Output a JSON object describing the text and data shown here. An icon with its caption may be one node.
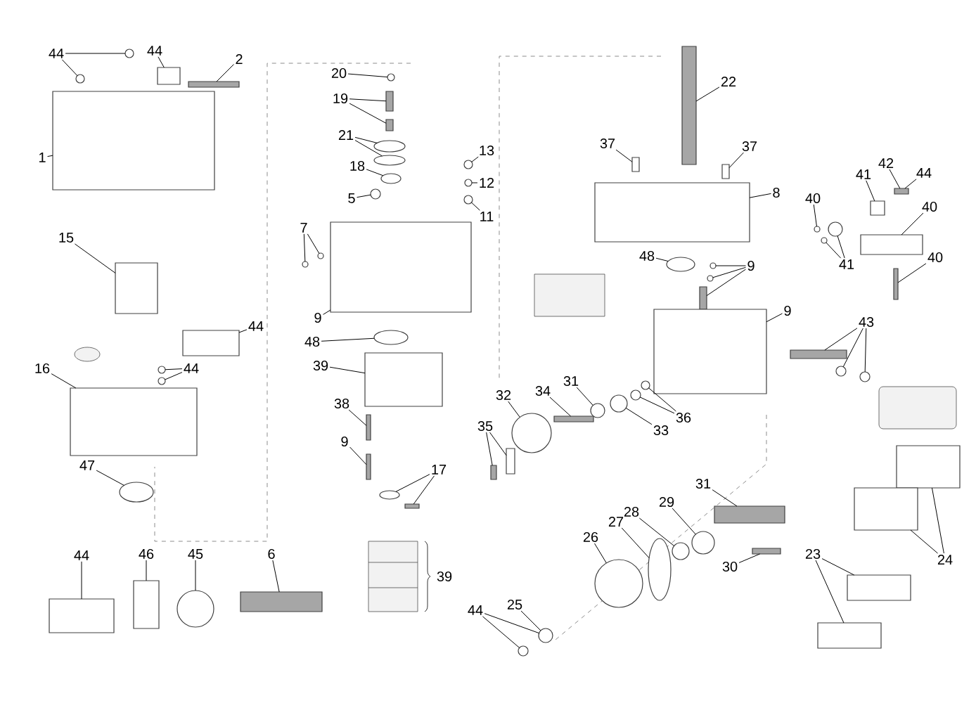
{
  "diagram": {
    "nodes": [
      {
        "text": [
          "44"
        ]
      },
      {
        "text": [],
        "shape": "circle"
      },
      {
        "text": [],
        "shape": "circle"
      },
      {
        "text": [
          "44"
        ]
      },
      {
        "text": [],
        "shape": "box"
      },
      {
        "text": [
          "2"
        ]
      },
      {
        "text": [],
        "shape": "bar"
      },
      {
        "text": [
          "1"
        ]
      },
      {
        "text": [],
        "shape": "box"
      },
      {
        "text": [
          "15"
        ]
      },
      {
        "text": [],
        "shape": "box"
      },
      {
        "text": [
          "44"
        ]
      },
      {
        "text": [],
        "shape": "box"
      },
      {
        "text": [
          "44"
        ]
      },
      {
        "text": [],
        "shape": "circle"
      },
      {
        "text": [],
        "shape": "circle"
      },
      {
        "text": [
          "16"
        ]
      },
      {
        "text": [],
        "shape": "box"
      },
      {
        "text": [
          "47"
        ]
      },
      {
        "text": [],
        "shape": "circle"
      },
      {
        "text": [
          "44"
        ]
      },
      {
        "text": [],
        "shape": "box"
      },
      {
        "text": [
          "46"
        ]
      },
      {
        "text": [],
        "shape": "box"
      },
      {
        "text": [
          "45"
        ]
      },
      {
        "text": [],
        "shape": "circle"
      },
      {
        "text": [
          "6"
        ]
      },
      {
        "text": [],
        "shape": "bar"
      },
      {
        "text": [
          "20"
        ]
      },
      {
        "text": [],
        "shape": "circle"
      },
      {
        "text": [
          "19"
        ]
      },
      {
        "text": [],
        "shape": "bar"
      },
      {
        "text": [],
        "shape": "bar"
      },
      {
        "text": [
          "21"
        ]
      },
      {
        "text": [],
        "shape": "circle"
      },
      {
        "text": [],
        "shape": "circle"
      },
      {
        "text": [
          "18"
        ]
      },
      {
        "text": [],
        "shape": "circle"
      },
      {
        "text": [
          "5"
        ]
      },
      {
        "text": [],
        "shape": "circle"
      },
      {
        "text": [
          "13"
        ]
      },
      {
        "text": [],
        "shape": "circle"
      },
      {
        "text": [
          "12"
        ]
      },
      {
        "text": [],
        "shape": "circle"
      },
      {
        "text": [
          "11"
        ]
      },
      {
        "text": [],
        "shape": "circle"
      },
      {
        "text": [
          "7"
        ]
      },
      {
        "text": [],
        "shape": "circle"
      },
      {
        "text": [],
        "shape": "circle"
      },
      {
        "text": [
          "9"
        ]
      },
      {
        "text": [],
        "shape": "box"
      },
      {
        "text": [
          "48"
        ]
      },
      {
        "text": [],
        "shape": "circle"
      },
      {
        "text": [
          "39"
        ]
      },
      {
        "text": [],
        "shape": "box"
      },
      {
        "text": [
          "38"
        ]
      },
      {
        "text": [],
        "shape": "bar"
      },
      {
        "text": [
          "9"
        ]
      },
      {
        "text": [],
        "shape": "bar"
      },
      {
        "text": [
          "17"
        ]
      },
      {
        "text": [],
        "shape": "circle"
      },
      {
        "text": [],
        "shape": "bar"
      },
      {
        "text": [
          "22"
        ]
      },
      {
        "text": [],
        "shape": "bar"
      },
      {
        "text": [
          "37"
        ]
      },
      {
        "text": [],
        "shape": "box"
      },
      {
        "text": [
          "37"
        ]
      },
      {
        "text": [],
        "shape": "box"
      },
      {
        "text": [
          "8"
        ]
      },
      {
        "text": [],
        "shape": "box"
      },
      {
        "text": [
          "48"
        ]
      },
      {
        "text": [],
        "shape": "circle"
      },
      {
        "text": [
          "9"
        ]
      },
      {
        "text": [],
        "shape": "circle"
      },
      {
        "text": [],
        "shape": "circle"
      },
      {
        "text": [],
        "shape": "bar"
      },
      {
        "text": [
          "9"
        ]
      },
      {
        "text": [],
        "shape": "box"
      },
      {
        "text": [
          "40"
        ]
      },
      {
        "text": [],
        "shape": "circle"
      },
      {
        "text": [
          "41"
        ]
      },
      {
        "text": [],
        "shape": "box"
      },
      {
        "text": [
          "42"
        ]
      },
      {
        "text": [],
        "shape": "bar"
      },
      {
        "text": [
          "44"
        ]
      },
      {
        "text": [
          "40"
        ]
      },
      {
        "text": [],
        "shape": "box"
      },
      {
        "text": [
          "41"
        ]
      },
      {
        "text": [],
        "shape": "circle"
      },
      {
        "text": [],
        "shape": "circle"
      },
      {
        "text": [
          "40"
        ]
      },
      {
        "text": [],
        "shape": "bar"
      },
      {
        "text": [
          "43"
        ]
      },
      {
        "text": [],
        "shape": "bar"
      },
      {
        "text": [],
        "shape": "circle"
      },
      {
        "text": [],
        "shape": "circle"
      },
      {
        "text": [
          "32"
        ]
      },
      {
        "text": [],
        "shape": "circle"
      },
      {
        "text": [
          "34"
        ]
      },
      {
        "text": [],
        "shape": "bar"
      },
      {
        "text": [
          "31"
        ]
      },
      {
        "text": [],
        "shape": "circle"
      },
      {
        "text": [
          "36"
        ]
      },
      {
        "text": [],
        "shape": "circle"
      },
      {
        "text": [],
        "shape": "circle"
      },
      {
        "text": [
          "33"
        ]
      },
      {
        "text": [],
        "shape": "circle"
      },
      {
        "text": [
          "35"
        ]
      },
      {
        "text": [],
        "shape": "box"
      },
      {
        "text": [],
        "shape": "bar"
      },
      {
        "text": [
          "31"
        ]
      },
      {
        "text": [],
        "shape": "bar"
      },
      {
        "text": [
          "29"
        ]
      },
      {
        "text": [],
        "shape": "circle"
      },
      {
        "text": [
          "28"
        ]
      },
      {
        "text": [],
        "shape": "circle"
      },
      {
        "text": [
          "27"
        ]
      },
      {
        "text": [],
        "shape": "circle"
      },
      {
        "text": [
          "26"
        ]
      },
      {
        "text": [],
        "shape": "circle"
      },
      {
        "text": [
          "30"
        ]
      },
      {
        "text": [],
        "shape": "bar"
      },
      {
        "text": [
          "25"
        ]
      },
      {
        "text": [],
        "shape": "circle"
      },
      {
        "text": [
          "44"
        ]
      },
      {
        "text": [],
        "shape": "circle"
      },
      {
        "text": [
          "23"
        ]
      },
      {
        "text": [],
        "shape": "box"
      },
      {
        "text": [],
        "shape": "box"
      },
      {
        "text": [
          "24"
        ]
      },
      {
        "text": [],
        "shape": "box"
      },
      {
        "text": [],
        "shape": "box"
      }
    ],
    "edges": [
      {
        "from": 0,
        "to": 1,
        "arrow": "none"
      },
      {
        "from": 0,
        "to": 2,
        "arrow": "none"
      },
      {
        "from": 3,
        "to": 4,
        "arrow": "none"
      },
      {
        "from": 5,
        "to": 6,
        "arrow": "none"
      },
      {
        "from": 7,
        "to": 8,
        "arrow": "none"
      },
      {
        "from": 9,
        "to": 10,
        "arrow": "none"
      },
      {
        "from": 11,
        "to": 12,
        "arrow": "none"
      },
      {
        "from": 13,
        "to": 14,
        "arrow": "none"
      },
      {
        "from": 13,
        "to": 15,
        "arrow": "none"
      },
      {
        "from": 16,
        "to": 17,
        "arrow": "none"
      },
      {
        "from": 18,
        "to": 19,
        "arrow": "none"
      },
      {
        "from": 20,
        "to": 21,
        "arrow": "none"
      },
      {
        "from": 22,
        "to": 23,
        "arrow": "none"
      },
      {
        "from": 24,
        "to": 25,
        "arrow": "none"
      },
      {
        "from": 26,
        "to": 27,
        "arrow": "none"
      },
      {
        "from": 28,
        "to": 29,
        "arrow": "none"
      },
      {
        "from": 30,
        "to": 31,
        "arrow": "none"
      },
      {
        "from": 30,
        "to": 32,
        "arrow": "none"
      },
      {
        "from": 33,
        "to": 34,
        "arrow": "none"
      },
      {
        "from": 33,
        "to": 35,
        "arrow": "none"
      },
      {
        "from": 36,
        "to": 37,
        "arrow": "none"
      },
      {
        "from": 38,
        "to": 39,
        "arrow": "none"
      },
      {
        "from": 40,
        "to": 41,
        "arrow": "none"
      },
      {
        "from": 42,
        "to": 43,
        "arrow": "none"
      },
      {
        "from": 44,
        "to": 45,
        "arrow": "none"
      },
      {
        "from": 46,
        "to": 47,
        "arrow": "none"
      },
      {
        "from": 46,
        "to": 48,
        "arrow": "none"
      },
      {
        "from": 49,
        "to": 50,
        "arrow": "none"
      },
      {
        "from": 51,
        "to": 52,
        "arrow": "none"
      },
      {
        "from": 53,
        "to": 54,
        "arrow": "none"
      },
      {
        "from": 55,
        "to": 56,
        "arrow": "none"
      },
      {
        "from": 57,
        "to": 58,
        "arrow": "none"
      },
      {
        "from": 59,
        "to": 60,
        "arrow": "none"
      },
      {
        "from": 59,
        "to": 61,
        "arrow": "none"
      },
      {
        "from": 62,
        "to": 63,
        "arrow": "none"
      },
      {
        "from": 64,
        "to": 65,
        "arrow": "none"
      },
      {
        "from": 66,
        "to": 67,
        "arrow": "none"
      },
      {
        "from": 68,
        "to": 69,
        "arrow": "none"
      },
      {
        "from": 70,
        "to": 71,
        "arrow": "none"
      },
      {
        "from": 72,
        "to": 73,
        "arrow": "none"
      },
      {
        "from": 72,
        "to": 74,
        "arrow": "none"
      },
      {
        "from": 72,
        "to": 75,
        "arrow": "none"
      },
      {
        "from": 76,
        "to": 77,
        "arrow": "none"
      },
      {
        "from": 78,
        "to": 79,
        "arrow": "none"
      },
      {
        "from": 80,
        "to": 81,
        "arrow": "none"
      },
      {
        "from": 82,
        "to": 83,
        "arrow": "none"
      },
      {
        "from": 84,
        "to": 83,
        "arrow": "none"
      },
      {
        "from": 85,
        "to": 86,
        "arrow": "none"
      },
      {
        "from": 87,
        "to": 88,
        "arrow": "none"
      },
      {
        "from": 87,
        "to": 89,
        "arrow": "none"
      },
      {
        "from": 90,
        "to": 91,
        "arrow": "none"
      },
      {
        "from": 92,
        "to": 93,
        "arrow": "none"
      },
      {
        "from": 92,
        "to": 94,
        "arrow": "none"
      },
      {
        "from": 92,
        "to": 95,
        "arrow": "none"
      },
      {
        "from": 96,
        "to": 97,
        "arrow": "none"
      },
      {
        "from": 98,
        "to": 99,
        "arrow": "none"
      },
      {
        "from": 100,
        "to": 101,
        "arrow": "none"
      },
      {
        "from": 102,
        "to": 103,
        "arrow": "none"
      },
      {
        "from": 102,
        "to": 104,
        "arrow": "none"
      },
      {
        "from": 105,
        "to": 106,
        "arrow": "none"
      },
      {
        "from": 107,
        "to": 108,
        "arrow": "none"
      },
      {
        "from": 107,
        "to": 109,
        "arrow": "none"
      },
      {
        "from": 110,
        "to": 111,
        "arrow": "none"
      },
      {
        "from": 112,
        "to": 113,
        "arrow": "none"
      },
      {
        "from": 114,
        "to": 115,
        "arrow": "none"
      },
      {
        "from": 116,
        "to": 117,
        "arrow": "none"
      },
      {
        "from": 118,
        "to": 119,
        "arrow": "none"
      },
      {
        "from": 120,
        "to": 121,
        "arrow": "none"
      },
      {
        "from": 122,
        "to": 123,
        "arrow": "none"
      },
      {
        "from": 124,
        "to": 125,
        "arrow": "none"
      },
      {
        "from": 124,
        "to": 123,
        "arrow": "none"
      },
      {
        "from": 126,
        "to": 127,
        "arrow": "none"
      },
      {
        "from": 126,
        "to": 128,
        "arrow": "none"
      },
      {
        "from": 129,
        "to": 130,
        "arrow": "none"
      },
      {
        "from": 129,
        "to": 131,
        "arrow": "none"
      }
    ],
    "labels": [
      "39"
    ]
  }
}
